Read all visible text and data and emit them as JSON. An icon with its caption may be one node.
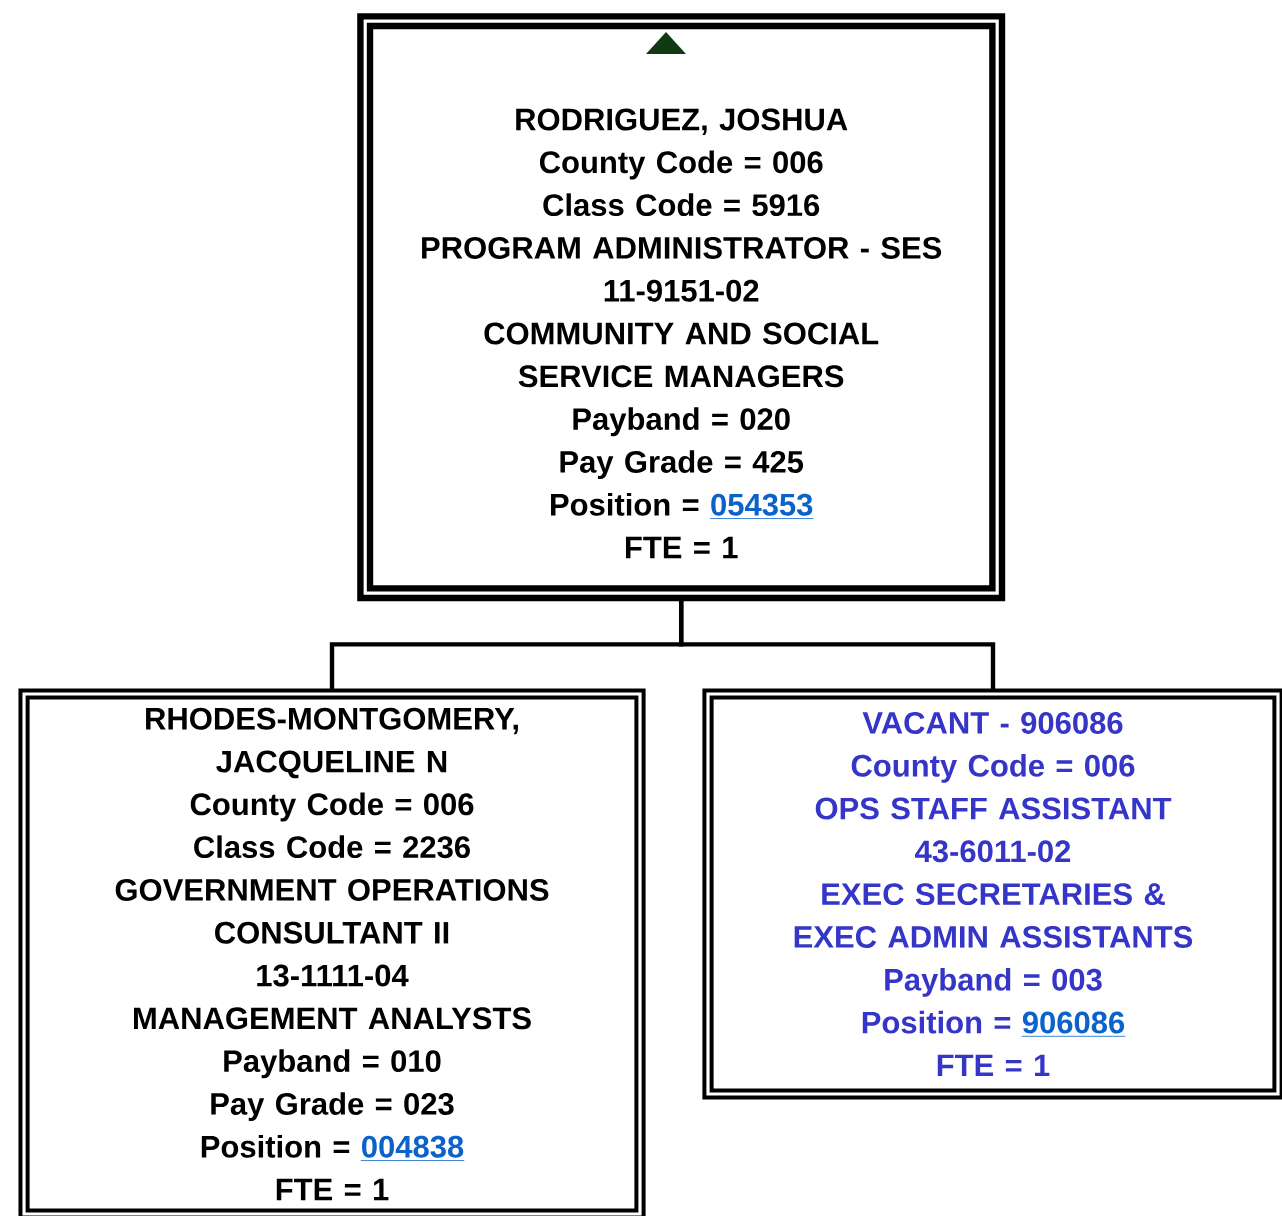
{
  "diagram": {
    "nodes": [
      {
        "text": [
          "RODRIGUEZ, JOSHUA",
          "County Code = 006",
          "Class Code = 5916",
          "PROGRAM ADMINISTRATOR - SES",
          "11-9151-02",
          "COMMUNITY AND SOCIAL SERVICE MANAGERS",
          "Payband = 020",
          "Pay Grade = 425",
          "Position =",
          "054353",
          "FTE = 1"
        ]
      },
      {
        "text": [
          "RHODES-MONTGOMERY, JACQUELINE N",
          "County Code = 006",
          "Class Code = 2236",
          "GOVERNMENT OPERATIONS CONSULTANT II",
          "13-1111-04",
          "MANAGEMENT ANALYSTS",
          "Payband = 010",
          "Pay Grade = 023",
          "Position =",
          "004838",
          "FTE = 1"
        ]
      },
      {
        "text": [
          "VACANT - 906086",
          "County Code = 006",
          "OPS STAFF ASSISTANT",
          "43-6011-02",
          "EXEC SECRETARIES & EXEC ADMIN ASSISTANTS",
          "Payband = 003",
          "Position =",
          "906086",
          "FTE = 1"
        ]
      }
    ],
    "edges": [
      {
        "from": 0,
        "to": 1,
        "arrow": "none"
      },
      {
        "from": 0,
        "to": 2,
        "arrow": "none"
      }
    ]
  }
}
